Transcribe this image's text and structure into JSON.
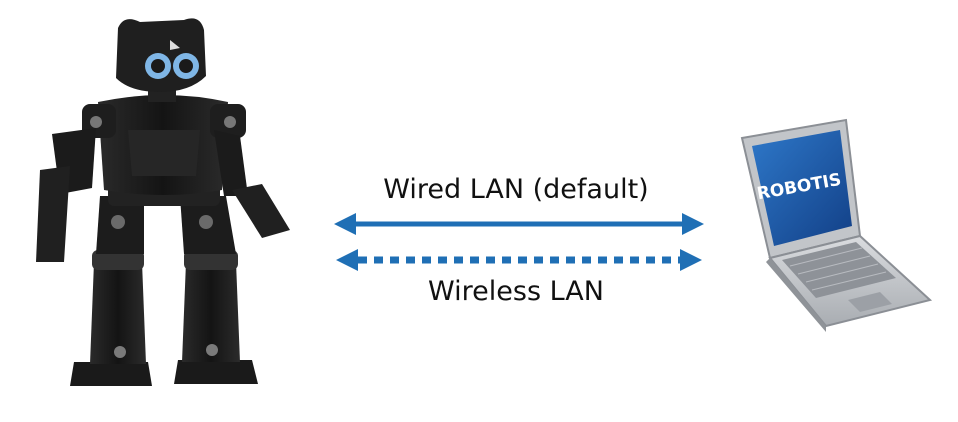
{
  "connections": {
    "wired_label": "Wired LAN (default)",
    "wireless_label": "Wireless LAN",
    "wired_style": "solid",
    "wireless_style": "dashed"
  },
  "devices": {
    "robot_icon": "humanoid-robot-icon",
    "laptop_icon": "laptop-icon",
    "laptop_screen_logo": "ROBOTIS"
  },
  "colors": {
    "arrow": "#1f6fb5",
    "robot_body": "#1a1a1a",
    "robot_eye": "#7fb6e6",
    "laptop_body": "#c9ccd0",
    "laptop_screen": "#1f5aa8"
  }
}
